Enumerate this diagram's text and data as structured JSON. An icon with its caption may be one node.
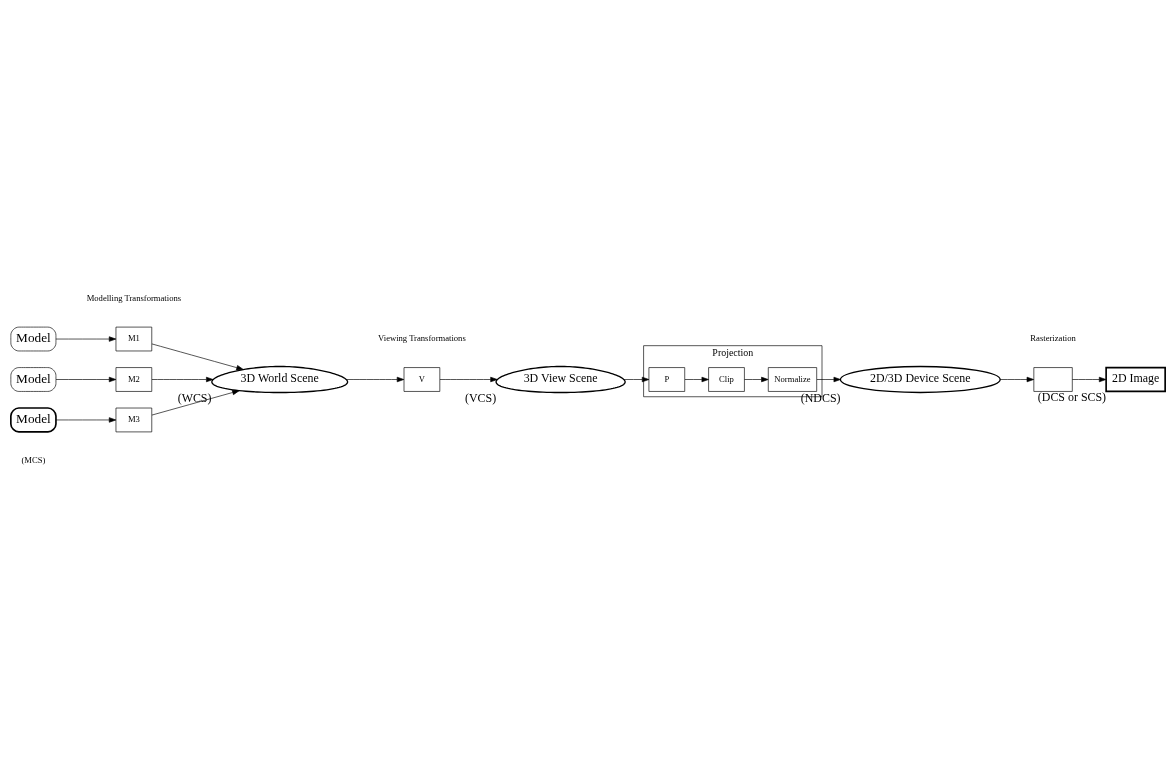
{
  "diagram": {
    "nodes": [
      {
        "text": [
          "Model"
        ]
      },
      {
        "text": [
          "Model"
        ]
      },
      {
        "text": [
          "Model"
        ]
      },
      {
        "text": [
          "M1"
        ]
      },
      {
        "text": [
          "M2"
        ]
      },
      {
        "text": [
          "M3"
        ]
      },
      {
        "text": [
          "3D World Scene"
        ],
        "beside": [
          "(WCS)"
        ]
      },
      {
        "text": [
          "V"
        ]
      },
      {
        "text": [
          "3D View Scene"
        ],
        "beside": [
          "(VCS)"
        ]
      },
      {
        "text": [
          "Projection"
        ]
      },
      {
        "text": [
          "P"
        ],
        "in": 9
      },
      {
        "text": [
          "Clip"
        ],
        "in": 9
      },
      {
        "text": [
          "Normalize"
        ],
        "in": 9
      },
      {
        "text": [
          "2D/3D Device Scene"
        ],
        "beside": [
          "(NDCS)"
        ]
      },
      {
        "text": [],
        "shape": "box"
      },
      {
        "text": [
          "2D Image"
        ],
        "beside": [
          "(DCS or SCS)"
        ]
      }
    ],
    "edges": [
      {
        "from": 0,
        "to": 3,
        "arrow": "to"
      },
      {
        "from": 1,
        "to": 4,
        "arrow": "to"
      },
      {
        "from": 2,
        "to": 5,
        "arrow": "to"
      },
      {
        "from": 3,
        "to": 6,
        "arrow": "to"
      },
      {
        "from": 4,
        "to": 6,
        "arrow": "to"
      },
      {
        "from": 5,
        "to": 6,
        "arrow": "to"
      },
      {
        "from": 6,
        "to": 7,
        "arrow": "to"
      },
      {
        "from": 7,
        "to": 8,
        "arrow": "to"
      },
      {
        "from": 8,
        "to": 10,
        "arrow": "to"
      },
      {
        "from": 10,
        "to": 11,
        "arrow": "to"
      },
      {
        "from": 11,
        "to": 12,
        "arrow": "to"
      },
      {
        "from": 12,
        "to": 13,
        "arrow": "to"
      },
      {
        "from": 13,
        "to": 14,
        "arrow": "to"
      },
      {
        "from": 14,
        "to": 15,
        "arrow": "to"
      }
    ],
    "labels": [
      "Modelling Transformations",
      "Viewing Transformations",
      "(MCS)",
      "Rasterization"
    ]
  }
}
